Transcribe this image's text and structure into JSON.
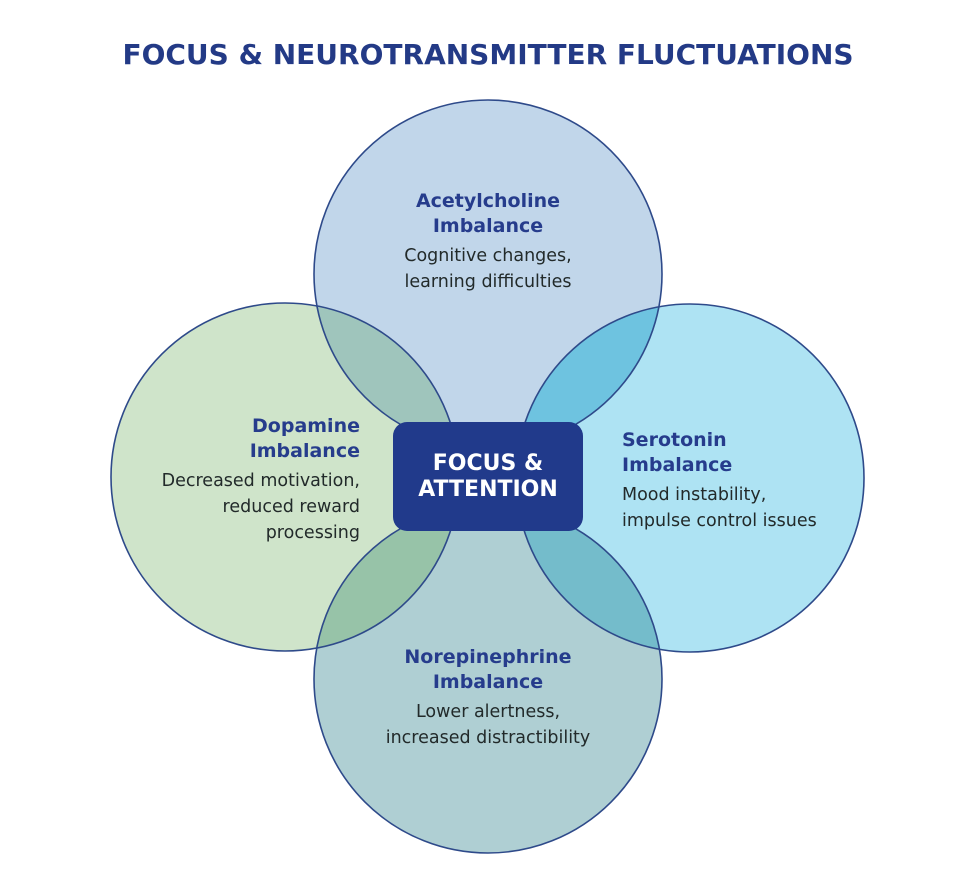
{
  "title": "FOCUS & NEUROTRANSMITTER FLUCTUATIONS",
  "center": {
    "line1": "FOCUS &",
    "line2": "ATTENTION"
  },
  "circles": {
    "top": {
      "heading_line1": "Acetylcholine",
      "heading_line2": "Imbalance",
      "desc_line1": "Cognitive changes,",
      "desc_line2": "learning difficulties"
    },
    "left": {
      "heading_line1": "Dopamine",
      "heading_line2": "Imbalance",
      "desc_line1": "Decreased motivation,",
      "desc_line2": "reduced reward",
      "desc_line3": "processing"
    },
    "right": {
      "heading_line1": "Serotonin",
      "heading_line2": "Imbalance",
      "desc_line1": "Mood instability,",
      "desc_line2": "impulse control issues"
    },
    "bottom": {
      "heading_line1": "Norepinephrine",
      "heading_line2": "Imbalance",
      "desc_line1": "Lower alertness,",
      "desc_line2": "increased distractibility"
    }
  },
  "colors": {
    "title": "#233a86",
    "stroke": "#2e4a8a",
    "top_fill": "#c1d6ea",
    "left_fill": "#cfe4ca",
    "right_fill": "#aee3f3",
    "bottom_fill": "#afcfd3",
    "overlap_top_left": "#9fc5bc",
    "overlap_top_right": "#6ec3e0",
    "overlap_bottom_left": "#97c3a8",
    "overlap_bottom_right": "#74bccb",
    "center_box": "#213a8b"
  }
}
